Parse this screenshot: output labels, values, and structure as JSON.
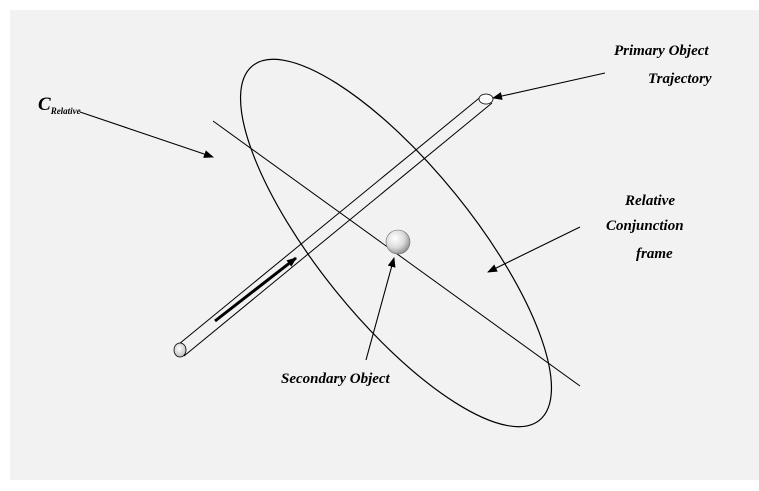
{
  "labels": {
    "c_relative_main": "C",
    "c_relative_sub": "Relative",
    "primary_line1": "Primary Object",
    "primary_line2": "Trajectory",
    "relative_line1": "Relative",
    "relative_line2": "Conjunction",
    "relative_line3": "frame",
    "secondary": "Secondary Object"
  },
  "colors": {
    "background": "#f2f2f2",
    "stroke": "#000000"
  },
  "icons": {
    "secondary_object": "sphere",
    "trajectory_end": "ellipse-cap"
  }
}
